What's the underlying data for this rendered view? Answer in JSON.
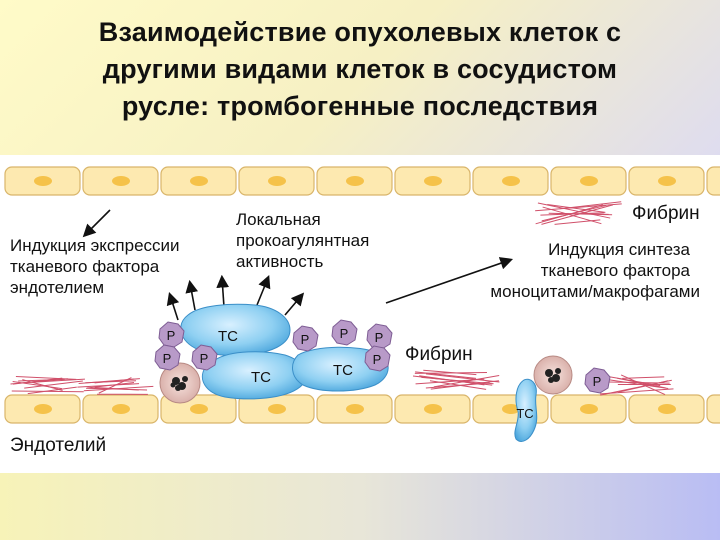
{
  "title": {
    "line1": "Взаимодействие опухолевых клеток с",
    "line2": "другими видами клеток в сосудистом",
    "line3": "русле: тромбогенные последствия"
  },
  "labels": {
    "endothelium_tf": [
      "Индукция экспрессии",
      "тканевого фактора",
      "эндотелием"
    ],
    "local_procoag": [
      "Локальная",
      "прокоагулянтная",
      "активность"
    ],
    "monocyte_tf": [
      "Индукция синтеза",
      "тканевого фактора",
      "моноцитами/макрофагами"
    ],
    "fibrin_top": "Фибрин",
    "fibrin_mid": "Фибрин",
    "endothelium": "Эндотелий"
  },
  "cells": {
    "tumor_cell": "TC",
    "platelet": "P"
  },
  "colors": {
    "endothelial_cell": "#fde9b0",
    "endothelial_nucleus": "#f5c24a",
    "tumor_cell": "#7fc7ee",
    "platelet": "#b89ac8",
    "fibrin": "#d0506a",
    "monocyte": "#e6c4bf"
  }
}
